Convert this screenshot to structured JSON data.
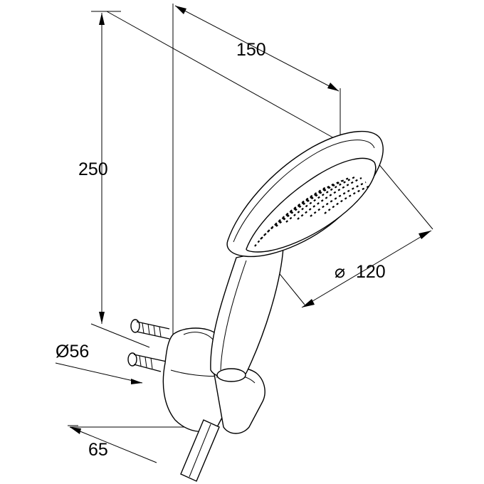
{
  "drawing": {
    "dimensions": {
      "length_150": "150",
      "height_250": "250",
      "diameter_120": "120",
      "diameter_symbol": "⌀",
      "diameter_56": "Ø56",
      "depth_65": "65"
    }
  }
}
